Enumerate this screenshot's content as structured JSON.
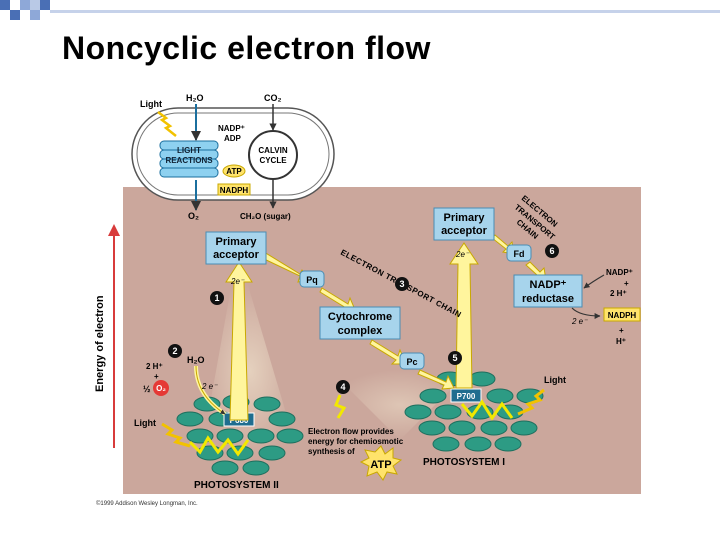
{
  "slide_title": "Noncyclic electron flow",
  "chloroplast": {
    "light": "Light",
    "h2o": "H₂O",
    "co2": "CO₂",
    "nadp_plus": "NADP⁺",
    "adp": "ADP",
    "light_reactions_1": "LIGHT",
    "light_reactions_2": "REACTIONS",
    "calvin_1": "CALVIN",
    "calvin_2": "CYCLE",
    "atp": "ATP",
    "nadph": "NADPH",
    "o2": "O₂",
    "sugar": "CH₂O (sugar)"
  },
  "main": {
    "energy_axis": "Energy of electron",
    "primary_acceptor_1a": "Primary",
    "primary_acceptor_1b": "acceptor",
    "primary_acceptor_2a": "Primary",
    "primary_acceptor_2b": "acceptor",
    "two_e_1": "2e⁻",
    "two_e_2": "2e⁻",
    "two_e_3": "2 e⁻",
    "two_e_4": "2 e⁻",
    "pq": "Pq",
    "pc": "Pc",
    "fd": "Fd",
    "cytochrome_1": "Cytochrome",
    "cytochrome_2": "complex",
    "etc_chain_label": "ELECTRON TRANSPORT CHAIN",
    "etc2_1": "ELECTRON",
    "etc2_2": "TRANSPORT",
    "etc2_3": "CHAIN",
    "nadp_reductase_1": "NADP⁺",
    "nadp_reductase_2": "reductase",
    "nadp_plus": "NADP⁺",
    "plus_a": "+",
    "two_h_plus": "2 H⁺",
    "nadph": "NADPH",
    "plus_b": "+",
    "h_plus": "H⁺",
    "h2o": "H₂O",
    "two_h_left": "2 H⁺",
    "plus_left": "+",
    "half": "½",
    "o2": "O₂",
    "p680": "P680",
    "p700": "P700",
    "light_left": "Light",
    "light_right": "Light",
    "ps2": "PHOTOSYSTEM II",
    "ps1": "PHOTOSYSTEM I",
    "chemi_1": "Electron flow provides",
    "chemi_2": "energy for chemiosmotic",
    "chemi_3": "synthesis of",
    "atp": "ATP",
    "steps": [
      "1",
      "2",
      "3",
      "4",
      "5",
      "6"
    ]
  },
  "copyright": "©1999 Addison Wesley Longman, Inc.",
  "colors": {
    "panel": "#cba79c",
    "box_blue": "#a7d4ec",
    "thylakoid": "#2d9b84",
    "yellow": "#fff59d",
    "arrow_red": "#d83b3b",
    "o2_red": "#e53935",
    "nadph_yellow": "#ffe36b"
  }
}
